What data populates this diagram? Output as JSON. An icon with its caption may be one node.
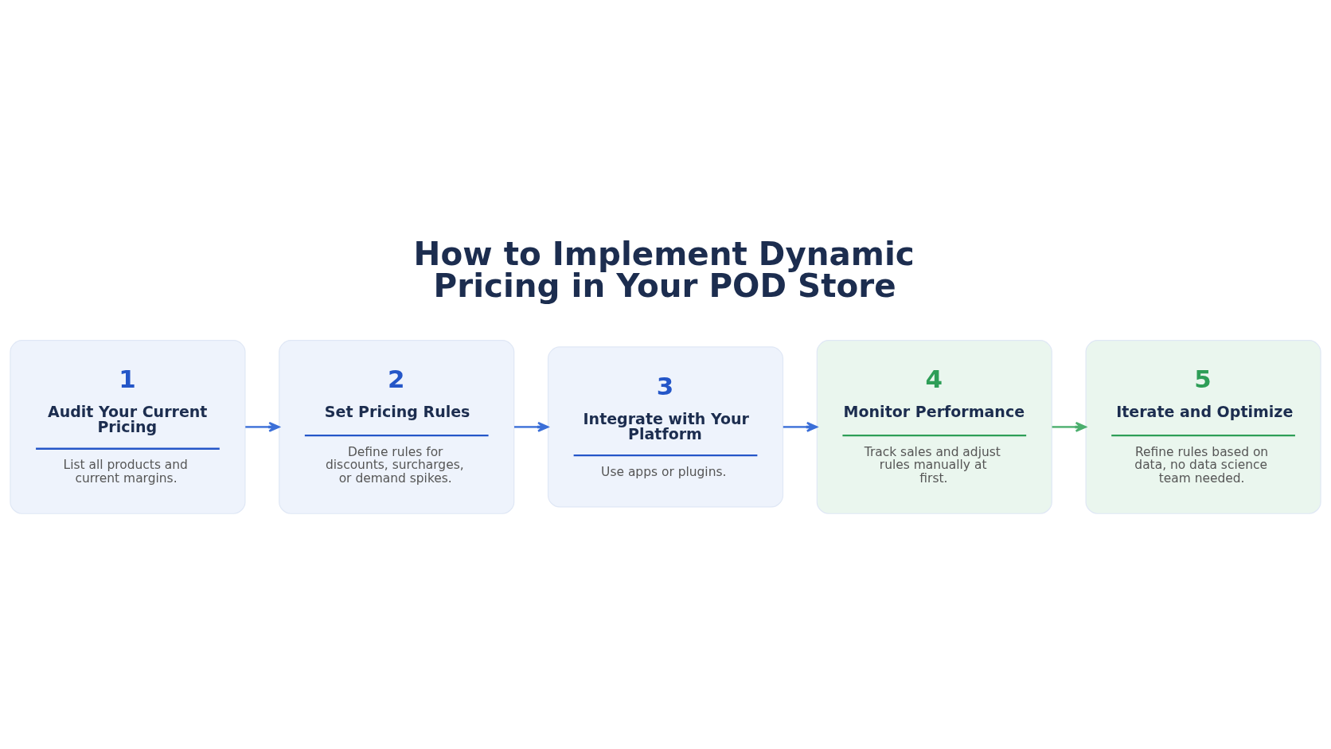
{
  "diagram": {
    "title": "How to Implement Dynamic Pricing in Your POD Store",
    "nodes": [
      {
        "text": [
          "1",
          "Audit Your Current Pricing",
          "List all products and current margins."
        ]
      },
      {
        "text": [
          "2",
          "Set Pricing Rules",
          "Define rules for discounts, surcharges, or demand spikes."
        ]
      },
      {
        "text": [
          "3",
          "Integrate with Your Platform",
          "Use apps or plugins."
        ]
      },
      {
        "text": [
          "4",
          "Monitor Performance",
          "Track sales and adjust rules manually at first."
        ]
      },
      {
        "text": [
          "5",
          "Iterate and Optimize",
          "Refine rules based on data, no data science team needed."
        ]
      }
    ],
    "edges": [
      {
        "from": 0,
        "to": 1,
        "arrow": "to"
      },
      {
        "from": 1,
        "to": 2,
        "arrow": "to"
      },
      {
        "from": 2,
        "to": 3,
        "arrow": "to"
      },
      {
        "from": 3,
        "to": 4,
        "arrow": "to",
        "color": "#4caf6e"
      }
    ]
  }
}
